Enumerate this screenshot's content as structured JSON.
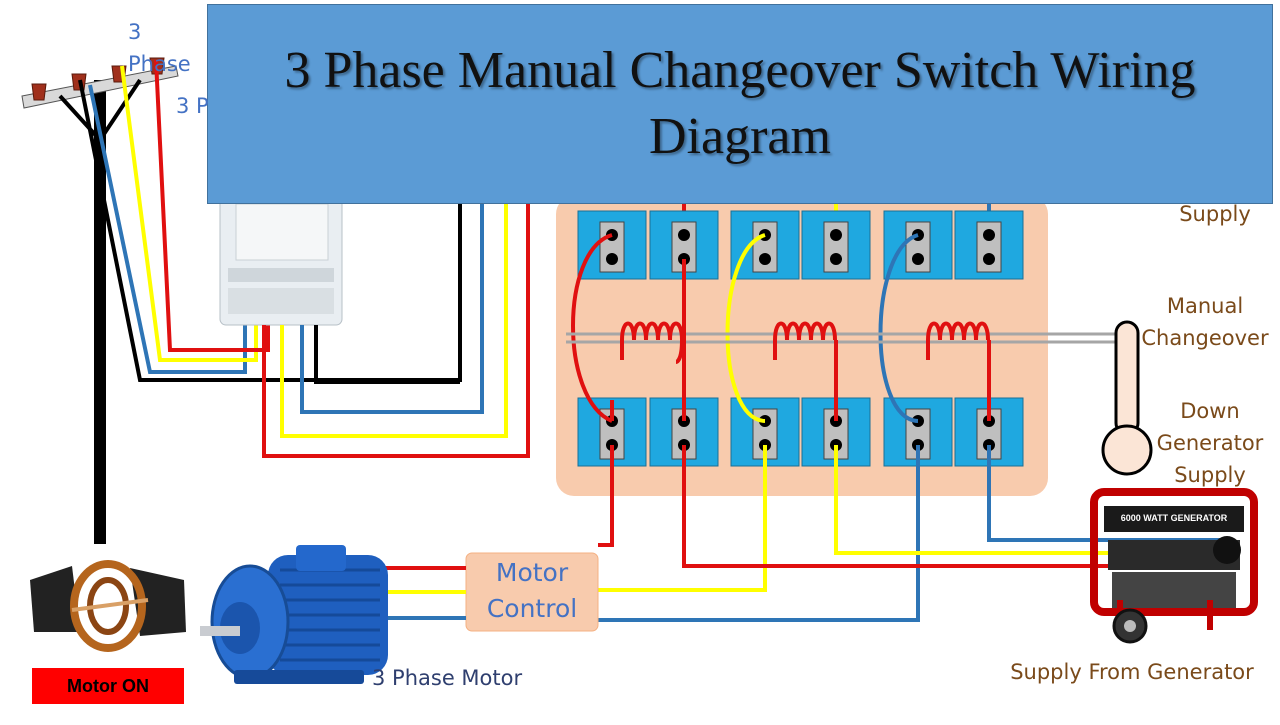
{
  "title": "3 Phase Manual Changeover Switch Wiring Diagram",
  "labels": {
    "top_left_1": "3 Phase",
    "top_left_2": "3 P",
    "supply": "Supply",
    "manual_1": "Manual",
    "manual_2": "Changeover",
    "down_1": "Down",
    "down_2": "Generator",
    "down_3": "Supply",
    "generator_supply": "Supply From Generator",
    "motor_name": "3 Phase Motor",
    "motor_control_1": "Motor",
    "motor_control_2": "Control",
    "motor_status": "Motor ON",
    "generator_panel": "6000 WATT GENERATOR"
  },
  "colors": {
    "banner": "#5b9bd5",
    "terminal_block": "#1fa8e0",
    "panel": "#f8cbad",
    "wire_red": "#e01010",
    "wire_yellow": "#ffff00",
    "wire_blue": "#2e75b6",
    "wire_black": "#000000",
    "status_badge": "#ff0000"
  }
}
